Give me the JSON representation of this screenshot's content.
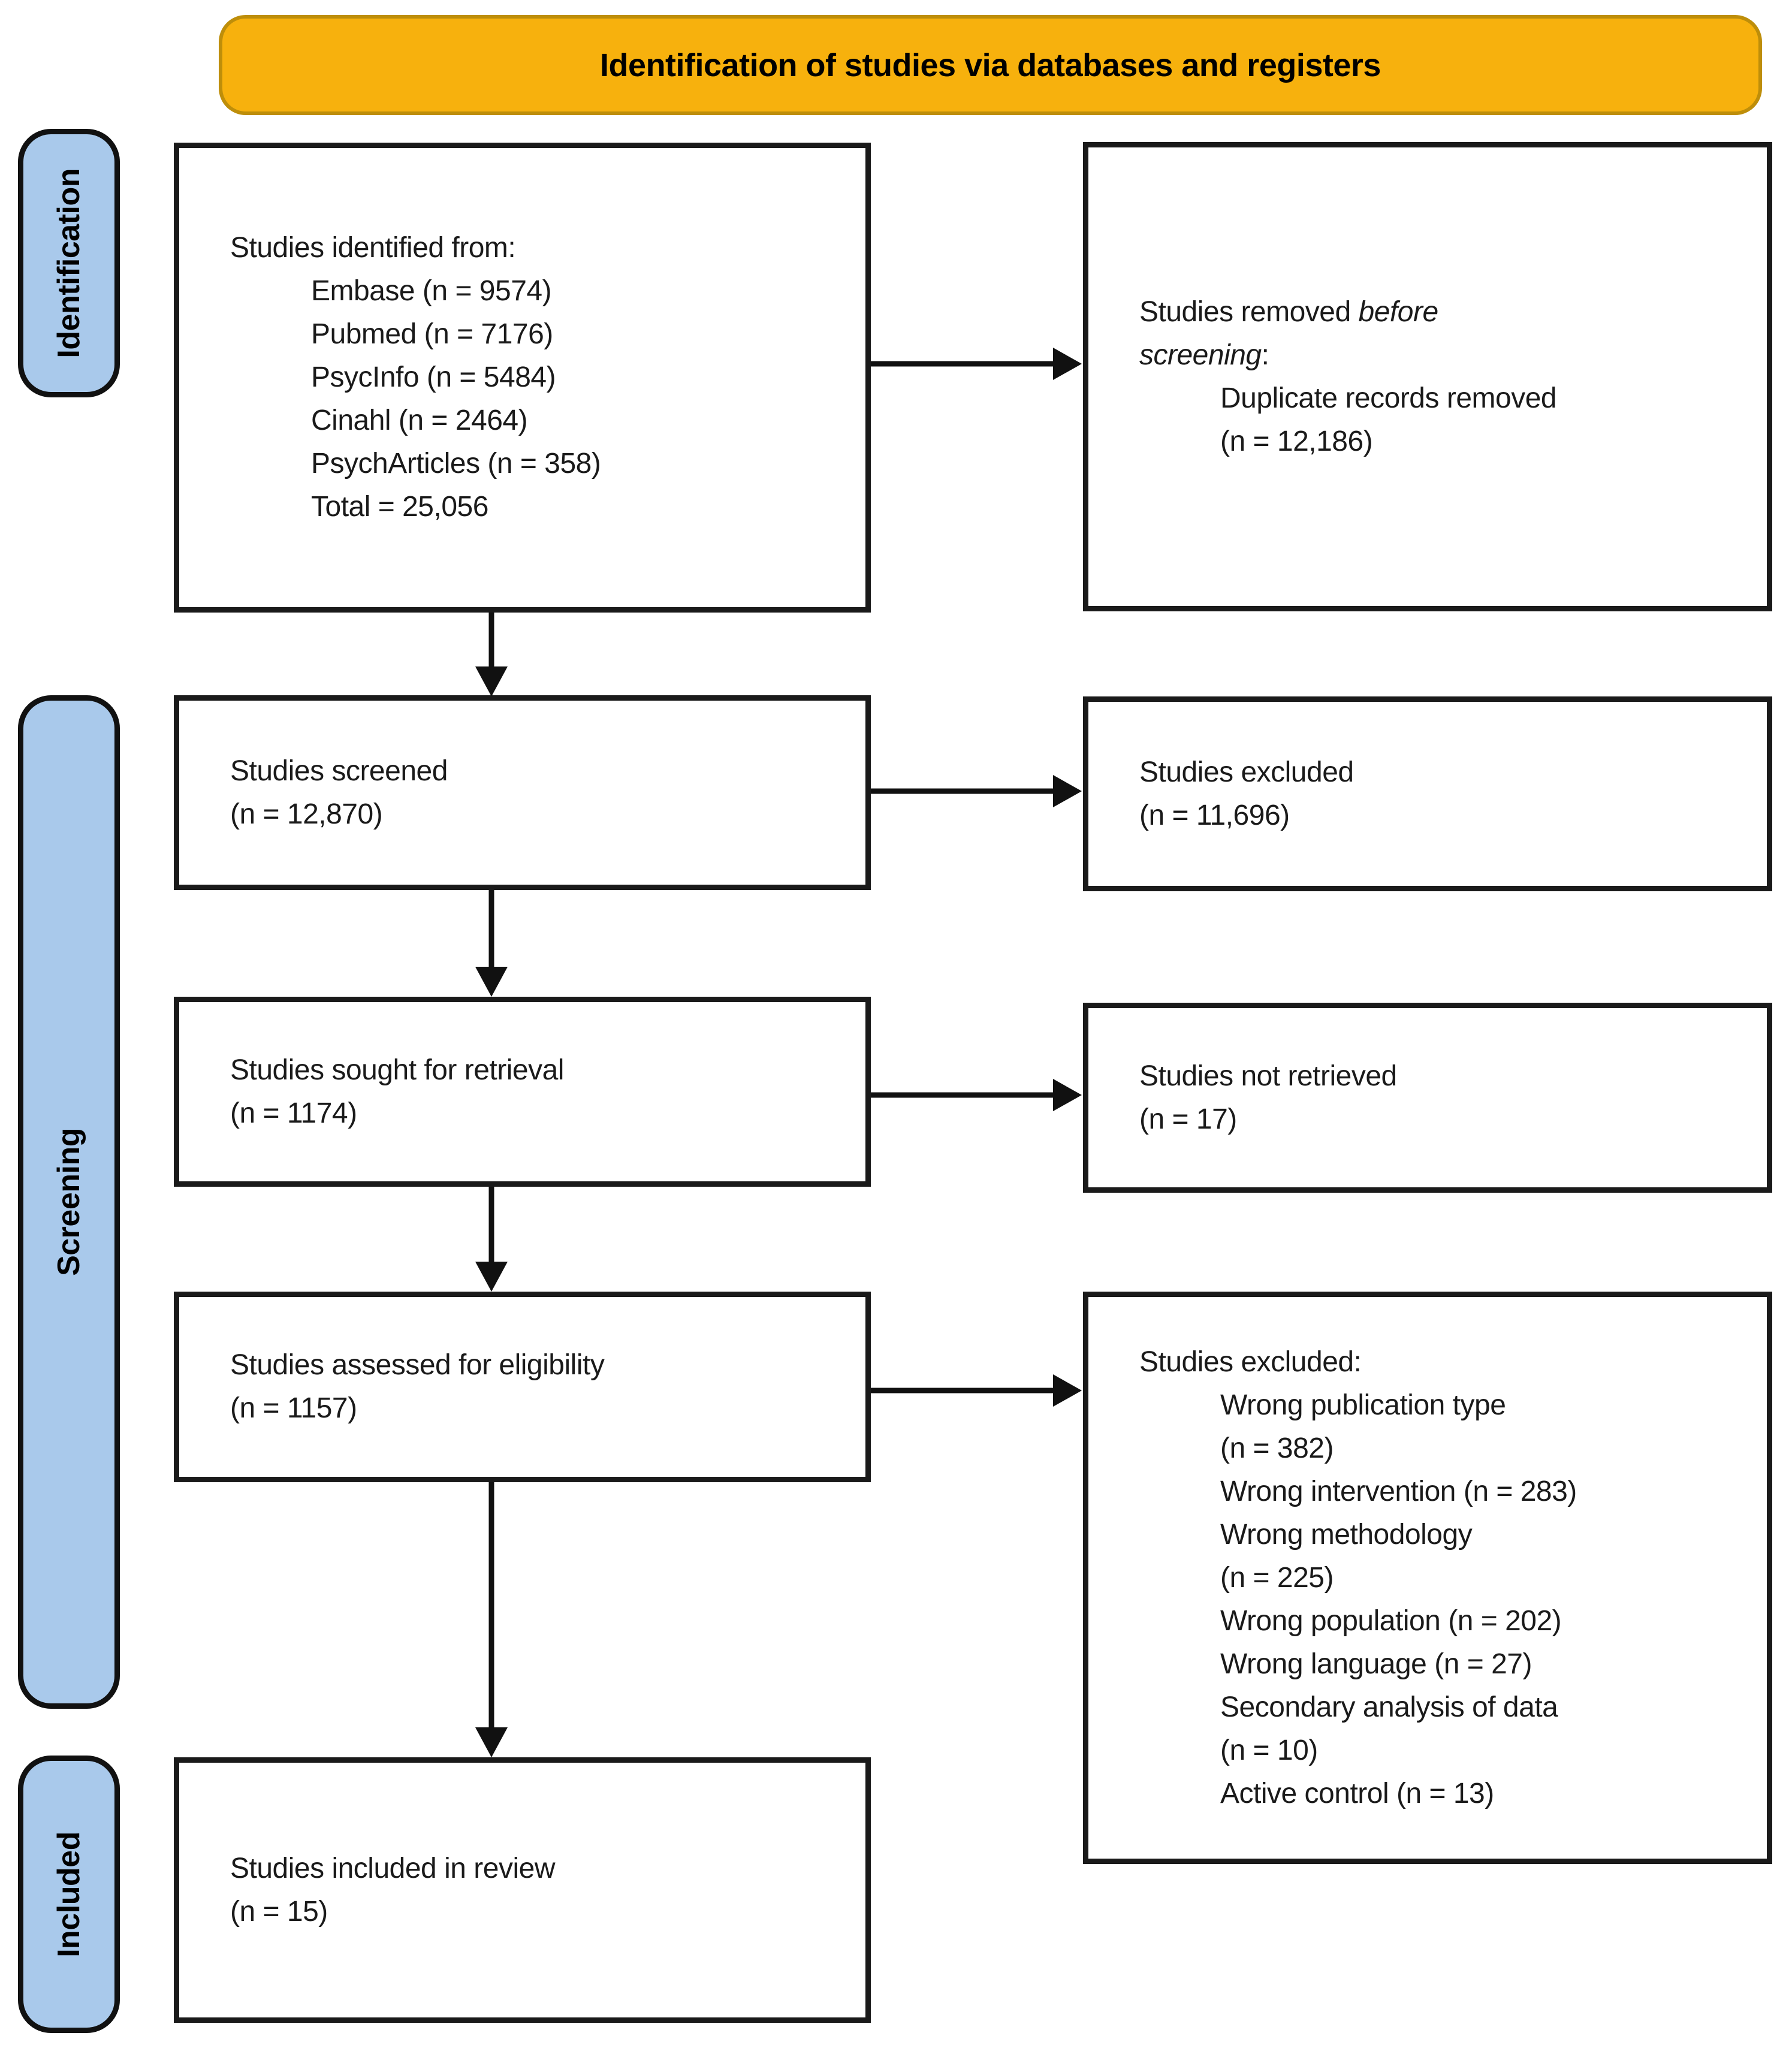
{
  "banner": {
    "title": "Identification of studies via databases and registers",
    "fill_color": "#F7B10D",
    "border_color": "#BE8E0A"
  },
  "side_labels": {
    "fill_color": "#A9C9EB",
    "identification": "Identification",
    "screening": "Screening",
    "included": "Included"
  },
  "boxes": {
    "identified": {
      "heading": "Studies identified from:",
      "items": [
        "Embase (n = 9574)",
        "Pubmed (n = 7176)",
        "PsycInfo (n = 5484)",
        "Cinahl (n = 2464)",
        "PsychArticles (n = 358)",
        "Total = 25,056"
      ]
    },
    "removed": {
      "l0_pre": "Studies removed ",
      "l0_italic": "before",
      "l1_italic": "screening",
      "l1_post": ":",
      "items": [
        "Duplicate records removed",
        "(n = 12,186)"
      ]
    },
    "screened": {
      "lines": [
        "Studies screened",
        "(n = 12,870)"
      ]
    },
    "excluded_screening": {
      "lines": [
        "Studies excluded",
        "(n = 11,696)"
      ]
    },
    "sought": {
      "lines": [
        "Studies sought for retrieval",
        "(n = 1174)"
      ]
    },
    "not_retrieved": {
      "lines": [
        "Studies not retrieved",
        "(n = 17)"
      ]
    },
    "assessed": {
      "lines": [
        "Studies assessed for eligibility",
        "(n = 1157)"
      ]
    },
    "excluded_eligibility": {
      "heading": "Studies excluded:",
      "items": [
        "Wrong publication type",
        "(n = 382)",
        "Wrong intervention (n = 283)",
        "Wrong methodology",
        "(n = 225)",
        "Wrong population (n = 202)",
        "Wrong language (n = 27)",
        "Secondary analysis of data",
        "(n = 10)",
        "Active control (n = 13)"
      ]
    },
    "included": {
      "lines": [
        "Studies included in review",
        "(n = 15)"
      ]
    }
  }
}
